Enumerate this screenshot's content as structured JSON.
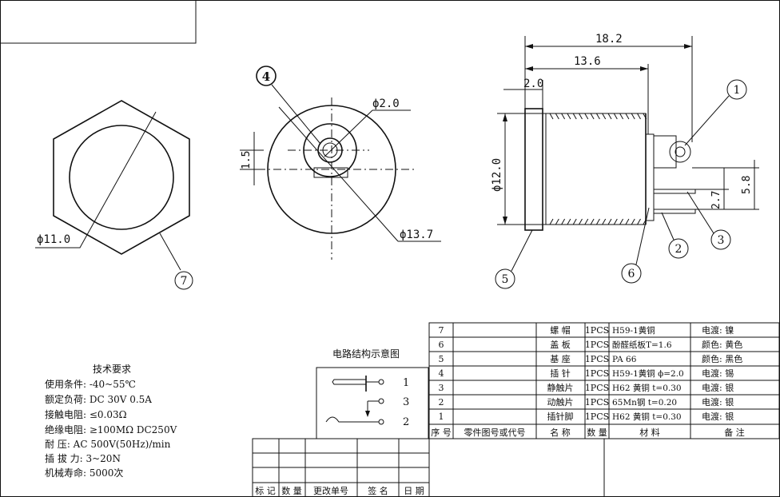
{
  "dims": {
    "d11": "ϕ11.0",
    "d20": "ϕ2.0",
    "d137": "ϕ13.7",
    "d15": "1.5",
    "d182": "18.2",
    "d136": "13.6",
    "d2": "2.0",
    "d12": "ϕ12.0",
    "d58": "5.8",
    "d27": "2.7"
  },
  "balloons": {
    "b1": "1",
    "b2": "2",
    "b3": "3",
    "b4": "4",
    "b5": "5",
    "b6": "6",
    "b7": "7"
  },
  "circuit": {
    "title": "电路结构示意图",
    "pin1": "1",
    "pin3": "3",
    "pin2": "2"
  },
  "tech": {
    "title": "技术要求",
    "lines": [
      "使用条件: -40~55℃",
      "额定负荷: DC 30V 0.5A",
      "接触电阻: ≤0.03Ω",
      "绝缘电阻: ≥100MΩ DC250V",
      "耐   压: AC 500V(50Hz)/min",
      "插 拔 力: 3~20N",
      "机械寿命: 5000次"
    ]
  },
  "bom": {
    "rows": [
      {
        "no": "7",
        "name": "螺  帽",
        "qty": "1PCS",
        "mat": "H59-1黄铜",
        "note": "电渡: 镍"
      },
      {
        "no": "6",
        "name": "盖  板",
        "qty": "1PCS",
        "mat": "酚醛纸板T=1.6",
        "note": "颜色: 黄色"
      },
      {
        "no": "5",
        "name": "基  座",
        "qty": "1PCS",
        "mat": "PA 66",
        "note": "颜色: 黑色"
      },
      {
        "no": "4",
        "name": "插  针",
        "qty": "1PCS",
        "mat": "H59-1黄铜 ϕ=2.0",
        "note": "电渡: 锡"
      },
      {
        "no": "3",
        "name": "静触片",
        "qty": "1PCS",
        "mat": "H62 黄铜  t=0.30",
        "note": "电渡: 银"
      },
      {
        "no": "2",
        "name": "动触片",
        "qty": "1PCS",
        "mat": "65Mn钢    t=0.20",
        "note": "电渡: 银"
      },
      {
        "no": "1",
        "name": "插针脚",
        "qty": "1PCS",
        "mat": "H62 黄铜  t=0.30",
        "note": "电渡: 银"
      }
    ],
    "header": {
      "no": "序 号",
      "code": "零件图号或代号",
      "name": "名 称",
      "qty": "数 量",
      "mat": "材   料",
      "note": "备   注"
    }
  },
  "revision": {
    "header": [
      "标 记",
      "数 量",
      "更改单号",
      "签 名",
      "日 期"
    ]
  }
}
